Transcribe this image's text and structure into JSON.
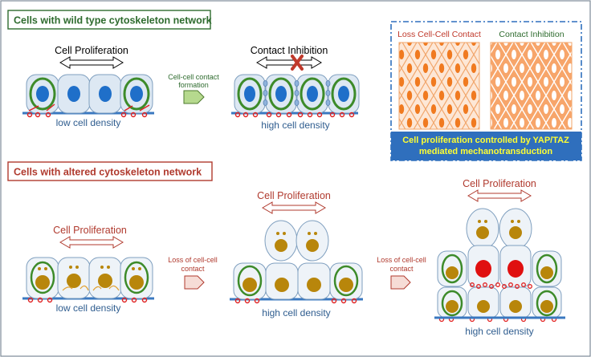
{
  "section_top": {
    "heading": "Cells with wild type cytoskeleton network"
  },
  "section_bottom": {
    "heading": "Cells with altered cytoskeleton network"
  },
  "wt": {
    "proliferation_label": "Cell Proliferation",
    "inhibition_label": "Contact Inhibition",
    "transition_label_line1": "Cell-cell contact",
    "transition_label_line2": "formation",
    "low_density_label": "low cell density",
    "high_density_label": "high cell density"
  },
  "inset": {
    "left_title": "Loss Cell-Cell Contact",
    "right_title": "Contact Inhibition",
    "caption_line1": "Cell proliferation controlled by YAP/TAZ",
    "caption_line2": "mediated mechanotransduction"
  },
  "altered": {
    "proliferation_label_1": "Cell Proliferation",
    "proliferation_label_2": "Cell Proliferation",
    "proliferation_label_3": "Cell Proliferation",
    "transition_label_line1": "Loss of cell-cell",
    "transition_label_line2": "contact",
    "transition2_label_line1": "Loss of cell-cell",
    "transition2_label_line2": "contact",
    "low_density_label": "low cell density",
    "high_density_label_1": "high cell density",
    "high_density_label_2": "high cell density"
  },
  "colors": {
    "wt_frame": "#2e6b2e",
    "altered_frame": "#b03a2e",
    "cell_fill": "#dde8f3",
    "cell_stroke": "#7f9fbf",
    "wt_nucleus": "#1f6fc9",
    "wt_ring": "#3d8b2a",
    "mutant_nucleus": "#b8860b",
    "mutant_tumor_nucleus": "#e01010",
    "substrate": "#3a78c0",
    "arrow_fill": "#f6dcd6",
    "wt_arrow_fill": "#b6d98e",
    "inset_orange": "#f07a20",
    "inset_caption_bg": "#2f6fbd",
    "inset_caption_text": "#ffff33"
  }
}
